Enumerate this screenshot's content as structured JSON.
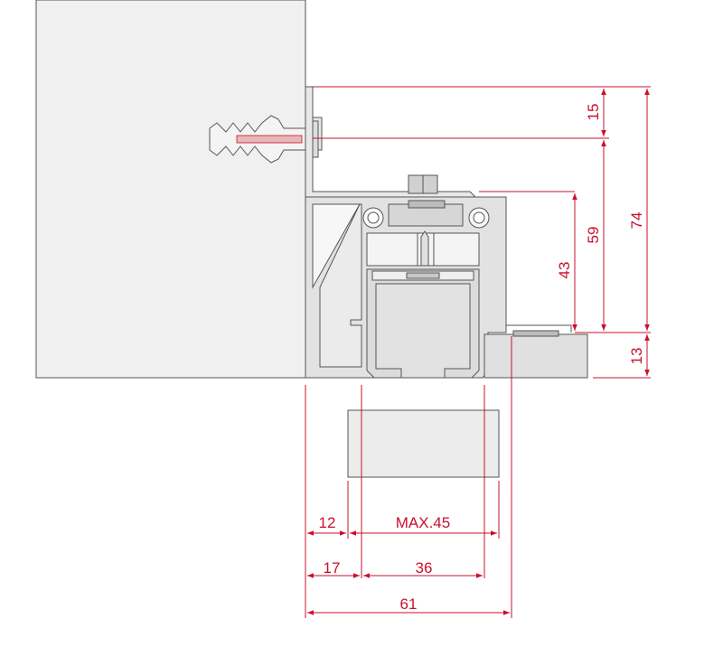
{
  "colors": {
    "dimension": "#c8102e",
    "wall_fill": "#f0f0f0",
    "profile_fill": "#e4e4e4",
    "outline": "#555555"
  },
  "dimensions": {
    "top_offset": "15",
    "track_height": "59",
    "overall_height": "74",
    "inner_height": "43",
    "panel_thickness": "13",
    "wall_gap_small": "12",
    "max_panel": "MAX.45",
    "wall_gap": "17",
    "track_width": "36",
    "overall_width": "61"
  }
}
